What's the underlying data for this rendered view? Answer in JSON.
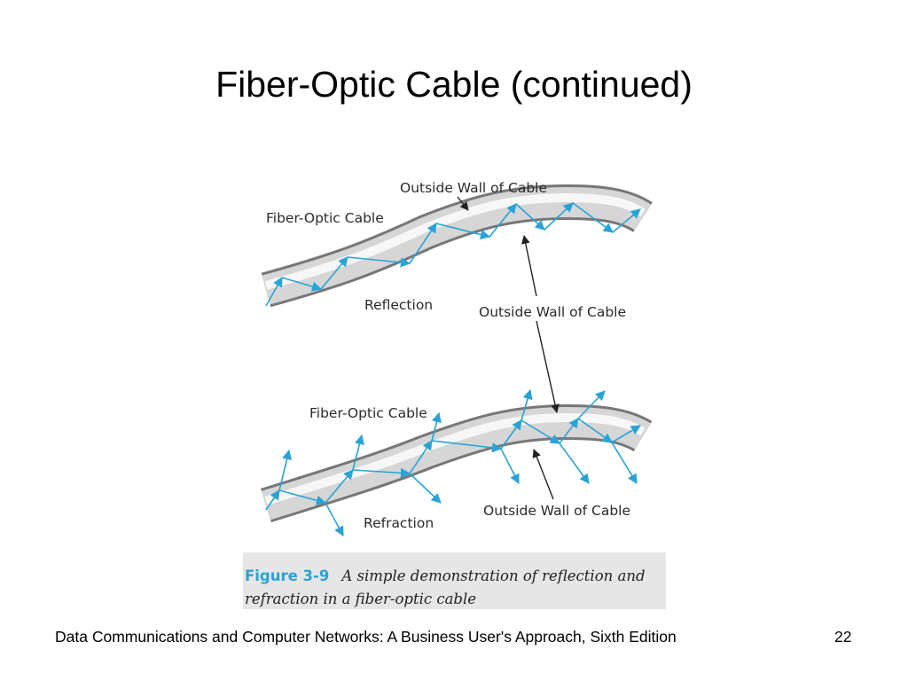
{
  "slide": {
    "title": "Fiber-Optic Cable (continued)",
    "footer": "Data Communications and Computer Networks: A Business User's Approach, Sixth Edition",
    "page_number": "22"
  },
  "figure": {
    "top": {
      "outside_wall_label": "Outside Wall of Cable",
      "cable_label": "Fiber-Optic Cable",
      "reflection_label": "Reflection",
      "outside_wall_label_2": "Outside Wall of Cable"
    },
    "bottom": {
      "cable_label": "Fiber-Optic Cable",
      "refraction_label": "Refraction",
      "outside_wall_label": "Outside Wall of Cable"
    },
    "caption": {
      "number": "Figure 3-9",
      "text": "A simple demonstration of reflection and refraction in a fiber-optic cable"
    }
  },
  "colors": {
    "ray": "#29a3d6",
    "cable_edge": "#8a8a8a",
    "caption_bg": "#e6e6e6"
  }
}
